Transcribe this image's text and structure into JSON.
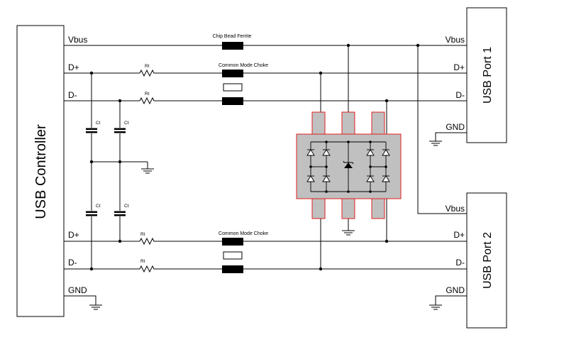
{
  "controller": {
    "title": "USB Controller",
    "pins": {
      "vbus": "Vbus",
      "dp1": "D+",
      "dm1": "D-",
      "dp2": "D+",
      "dm2": "D-",
      "gnd": "GND"
    }
  },
  "port1": {
    "title": "USB Port 1",
    "pins": {
      "vbus": "Vbus",
      "dp": "D+",
      "dm": "D-",
      "gnd": "GND"
    }
  },
  "port2": {
    "title": "USB Port 2",
    "pins": {
      "vbus": "Vbus",
      "dp": "D+",
      "dm": "D-",
      "gnd": "GND"
    }
  },
  "components": {
    "ferrite_label": "Chip Bead Ferrite",
    "choke_label_1": "Common Mode Choke",
    "choke_label_2": "Common Mode Choke",
    "resistor_label": "Rt",
    "capacitor_label": "Ct"
  },
  "colors": {
    "wire": "#000000",
    "tvs_fill": "#c0c0c0",
    "tvs_outline": "#e02020"
  }
}
